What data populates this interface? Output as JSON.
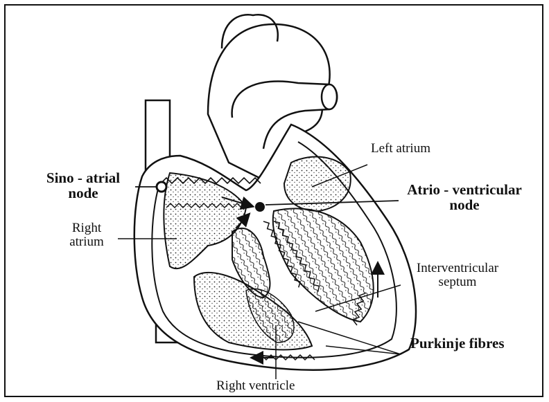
{
  "labels": {
    "left_atrium": "Left atrium",
    "sa_node_line1": "Sino - atrial",
    "sa_node_line2": "node",
    "av_node_line1": "Atrio - ventricular",
    "av_node_line2": "node",
    "right_atrium_line1": "Right",
    "right_atrium_line2": "atrium",
    "septum_line1": "Interventricular",
    "septum_line2": "septum",
    "purkinje": "Purkinje fibres",
    "right_ventricle": "Right ventricle"
  },
  "colors": {
    "ink": "#111111",
    "background": "#ffffff"
  }
}
